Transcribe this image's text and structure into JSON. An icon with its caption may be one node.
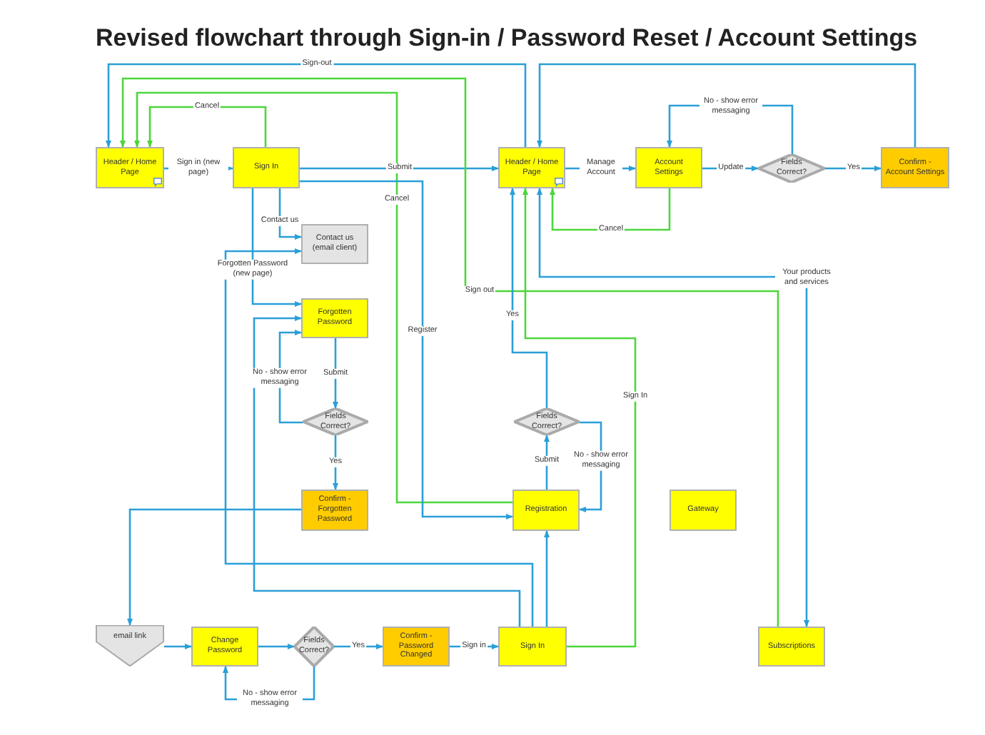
{
  "diagram": {
    "title": "Revised flowchart through Sign-in / Password Reset / Account Settings",
    "nodes": [
      {
        "text": [
          "Header / Home Page"
        ]
      },
      {
        "text": [
          "Sign In"
        ]
      },
      {
        "text": [
          "Contact us (email client)"
        ]
      },
      {
        "text": [
          "Forgotten Password"
        ]
      },
      {
        "text": [
          "Fields Correct?"
        ]
      },
      {
        "text": [
          "Confirm - Forgotten Password"
        ]
      },
      {
        "text": [
          "Header / Home Page"
        ]
      },
      {
        "text": [
          "Account Settings"
        ]
      },
      {
        "text": [
          "Fields Correct?"
        ]
      },
      {
        "text": [
          "Confirm - Account Settings"
        ]
      },
      {
        "text": [
          "Fields Correct?"
        ]
      },
      {
        "text": [
          "Registration"
        ]
      },
      {
        "text": [
          "Gateway"
        ]
      },
      {
        "text": [
          "email link"
        ]
      },
      {
        "text": [
          "Change Password"
        ]
      },
      {
        "text": [
          "Fields Correct?"
        ]
      },
      {
        "text": [
          "Confirm - Password Changed"
        ]
      },
      {
        "text": [
          "Sign In"
        ]
      },
      {
        "text": [
          "Subscriptions"
        ]
      }
    ],
    "edges": [
      {
        "from": 0,
        "to": 1,
        "arrow": "to",
        "label": "Sign in (new page)"
      },
      {
        "from": 1,
        "to": 0,
        "arrow": "to",
        "label": "Cancel",
        "color": "#4cd63c"
      },
      {
        "from": 1,
        "to": 6,
        "arrow": "to",
        "label": "Submit"
      },
      {
        "from": 1,
        "to": 2,
        "arrow": "to",
        "label": "Contact us"
      },
      {
        "from": 1,
        "to": 3,
        "arrow": "to",
        "label": "Forgotten Password (new page)"
      },
      {
        "from": 3,
        "to": 4,
        "arrow": "to",
        "label": "Submit"
      },
      {
        "from": 4,
        "to": 3,
        "arrow": "to",
        "label": "No - show error messaging"
      },
      {
        "from": 4,
        "to": 5,
        "arrow": "to",
        "label": "Yes"
      },
      {
        "from": 5,
        "to": 13,
        "arrow": "to"
      },
      {
        "from": 6,
        "to": 7,
        "arrow": "to",
        "label": "Manage Account"
      },
      {
        "from": 7,
        "to": 8,
        "arrow": "to",
        "label": "Update"
      },
      {
        "from": 8,
        "to": 7,
        "arrow": "to",
        "label": "No - show error messaging"
      },
      {
        "from": 8,
        "to": 9,
        "arrow": "to",
        "label": "Yes"
      },
      {
        "from": 9,
        "to": 6,
        "arrow": "to"
      },
      {
        "from": 7,
        "to": 6,
        "arrow": "to",
        "label": "Cancel",
        "color": "#4cd63c"
      },
      {
        "from": 6,
        "to": 0,
        "arrow": "to",
        "label": "Sign-out"
      },
      {
        "from": 18,
        "to": 0,
        "arrow": "to",
        "label": "Sign out",
        "color": "#4cd63c"
      },
      {
        "from": 11,
        "to": 0,
        "arrow": "to",
        "label": "Cancel",
        "color": "#4cd63c"
      },
      {
        "from": 1,
        "to": 11,
        "arrow": "to",
        "label": "Register"
      },
      {
        "from": 11,
        "to": 10,
        "arrow": "to",
        "label": "Submit"
      },
      {
        "from": 10,
        "to": 11,
        "arrow": "to",
        "label": "No - show error messaging"
      },
      {
        "from": 10,
        "to": 6,
        "arrow": "to",
        "label": "Yes"
      },
      {
        "from": 17,
        "to": 6,
        "arrow": "to",
        "label": "Sign In",
        "color": "#4cd63c"
      },
      {
        "from": 6,
        "to": 18,
        "arrow": "both",
        "label": "Your products and services"
      },
      {
        "from": 17,
        "to": 11,
        "arrow": "to"
      },
      {
        "from": 17,
        "to": 2,
        "arrow": "to"
      },
      {
        "from": 17,
        "to": 3,
        "arrow": "to"
      },
      {
        "from": 13,
        "to": 14,
        "arrow": "to"
      },
      {
        "from": 14,
        "to": 15,
        "arrow": "to"
      },
      {
        "from": 15,
        "to": 14,
        "arrow": "to",
        "label": "No - show error messaging"
      },
      {
        "from": 15,
        "to": 16,
        "arrow": "to",
        "label": "Yes"
      },
      {
        "from": 16,
        "to": 17,
        "arrow": "to",
        "label": "Sign in"
      }
    ]
  }
}
